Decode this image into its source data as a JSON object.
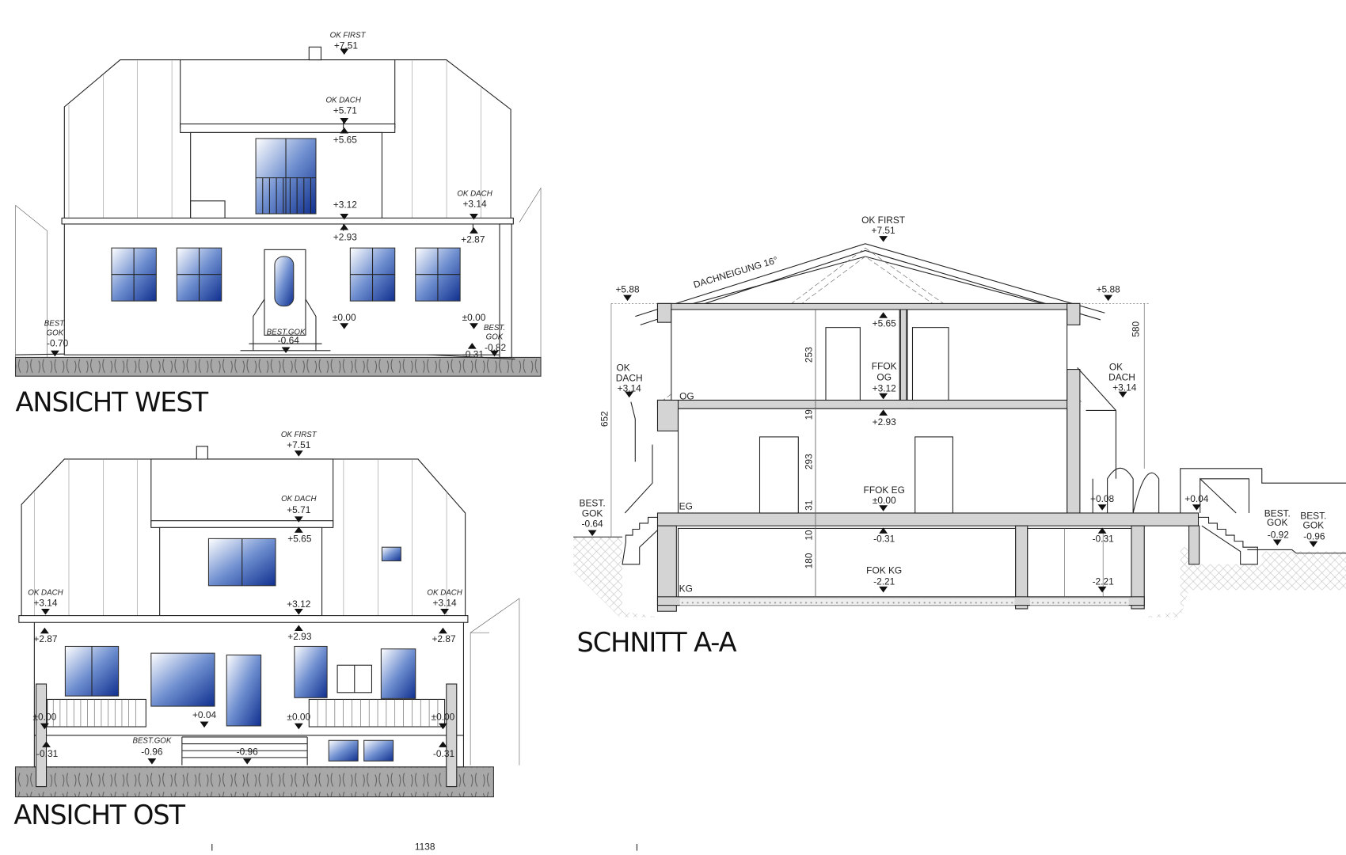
{
  "west": {
    "title": "ANSICHT WEST",
    "labels": [
      "OK FIRST",
      "+7.51",
      "OK DACH",
      "+5.71",
      "+5.65",
      "+3.12",
      "+2.93",
      "OK DACH",
      "+3.14",
      "+2.87",
      "±0.00",
      "±0.00",
      "BEST.",
      "GOK",
      "-0.70",
      "BEST.GOK",
      "-0.64",
      "-0.31",
      "BEST.",
      "GOK",
      "-0.82"
    ]
  },
  "east": {
    "title": "ANSICHT OST",
    "labels": [
      "OK FIRST",
      "+7.51",
      "OK DACH",
      "+5.71",
      "+5.65",
      "OK DACH",
      "+3.14",
      "+2.87",
      "+3.12",
      "+2.93",
      "OK DACH",
      "+3.14",
      "+2.87",
      "±0.00",
      "+0.04",
      "±0.00",
      "±0.00",
      "BEST.GOK",
      "-0.96",
      "-0.96",
      "-0.31",
      "-0.31"
    ]
  },
  "section": {
    "title": "SCHNITT A-A",
    "labels": [
      "OK FIRST",
      "+7.51",
      "DACHNEIGUNG 16°",
      "+5.88",
      "+5.88",
      "580",
      "+5.65",
      "OK",
      "DACH",
      "+3.14",
      "FFOK",
      "OG",
      "+3.12",
      "OK",
      "DACH",
      "+3.14",
      "+2.93",
      "FFOK EG",
      "±0.00",
      "BEST.",
      "GOK",
      "-0.64",
      "-0.31",
      "-0.31",
      "FOK KG",
      "-2.21",
      "-2.21",
      "+0.08",
      "+0.04",
      "BEST.",
      "GOK",
      "-0.92",
      "BEST.",
      "GOK",
      "-0.96",
      "652"
    ],
    "floors": [
      "OG",
      "EG",
      "KG"
    ],
    "dims": [
      "253",
      "19",
      "293",
      "31",
      "10",
      "180"
    ]
  },
  "scale_dim": "1138"
}
